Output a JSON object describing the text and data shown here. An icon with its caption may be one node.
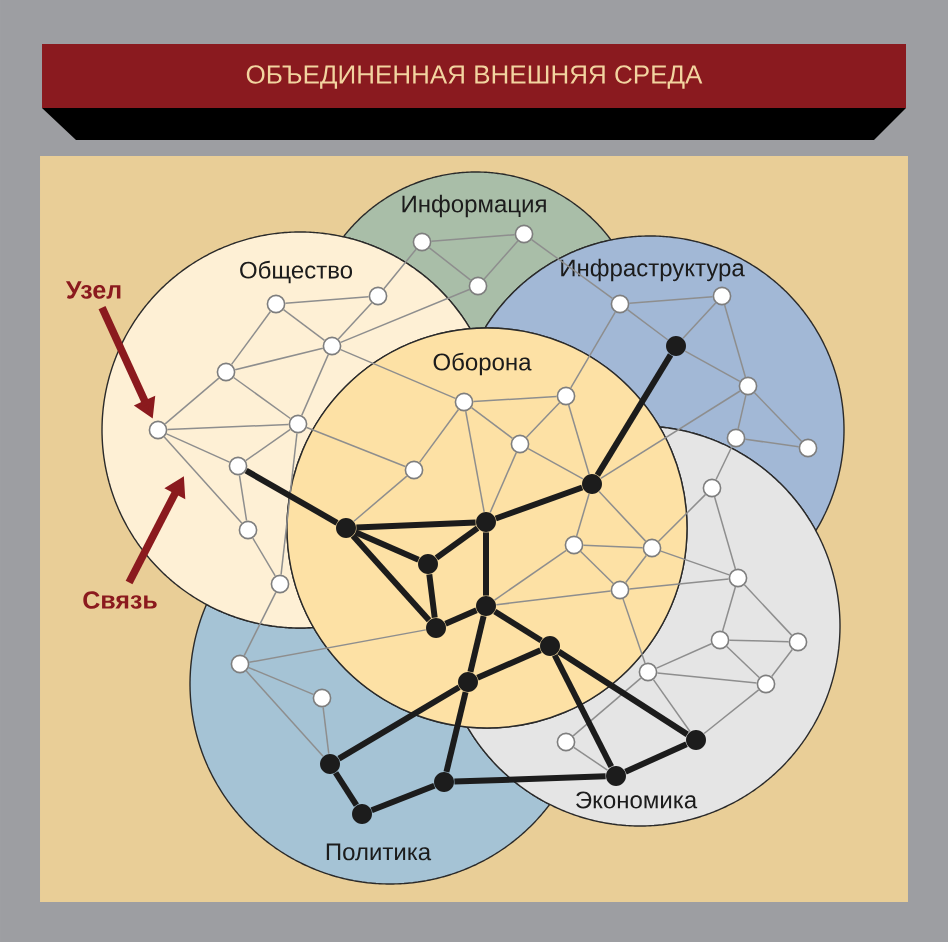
{
  "diagram": {
    "title": "ОБЪЕДИНЕННАЯ ВНЕШНЯЯ СРЕДА",
    "nodes": [
      {
        "text": [
          "Информация"
        ]
      },
      {
        "text": [
          "Общество"
        ]
      },
      {
        "text": [
          "Инфраструктура"
        ]
      },
      {
        "text": [
          "Оборона"
        ]
      },
      {
        "text": [
          "Экономика"
        ]
      },
      {
        "text": [
          "Политика"
        ]
      },
      {
        "text": [
          "Узел"
        ]
      },
      {
        "text": [
          "Связь"
        ]
      },
      {
        "text": [],
        "shape": "circle",
        "in": 0
      },
      {
        "text": [],
        "shape": "circle",
        "in": 0
      },
      {
        "text": [],
        "shape": "circle",
        "in": 0
      },
      {
        "text": [],
        "shape": "circle",
        "in": 1
      },
      {
        "text": [],
        "shape": "circle",
        "in": 2
      },
      {
        "text": [],
        "shape": "circle",
        "in": 1
      },
      {
        "text": [],
        "shape": "circle",
        "in": 2
      },
      {
        "text": [],
        "shape": "circle",
        "in": 1
      },
      {
        "text": [],
        "shape": "dot",
        "in": 2
      },
      {
        "text": [],
        "shape": "circle",
        "in": 1
      },
      {
        "text": [],
        "shape": "circle",
        "in": 2
      },
      {
        "text": [],
        "shape": "circle",
        "in": 3
      },
      {
        "text": [],
        "shape": "circle",
        "in": 3
      },
      {
        "text": [],
        "shape": "circle",
        "in": 1
      },
      {
        "text": [],
        "shape": "circle",
        "in": 1
      },
      {
        "text": [],
        "shape": "circle",
        "in": 3
      },
      {
        "text": [],
        "shape": "circle",
        "in": 2
      },
      {
        "text": [],
        "shape": "circle",
        "in": 2
      },
      {
        "text": [],
        "shape": "circle",
        "in": 1
      },
      {
        "text": [],
        "shape": "circle",
        "in": 3
      },
      {
        "text": [],
        "shape": "dot",
        "in": 3
      },
      {
        "text": [],
        "shape": "circle",
        "in": 4
      },
      {
        "text": [],
        "shape": "dot",
        "in": 3
      },
      {
        "text": [],
        "shape": "dot",
        "in": 3
      },
      {
        "text": [],
        "shape": "circle",
        "in": 1
      },
      {
        "text": [],
        "shape": "circle",
        "in": 3
      },
      {
        "text": [],
        "shape": "circle",
        "in": 3
      },
      {
        "text": [],
        "shape": "dot",
        "in": 3
      },
      {
        "text": [],
        "shape": "circle",
        "in": 4
      },
      {
        "text": [],
        "shape": "circle",
        "in": 1
      },
      {
        "text": [],
        "shape": "circle",
        "in": 3
      },
      {
        "text": [],
        "shape": "dot",
        "in": 3
      },
      {
        "text": [],
        "shape": "dot",
        "in": 3
      },
      {
        "text": [],
        "shape": "circle",
        "in": 4
      },
      {
        "text": [],
        "shape": "circle",
        "in": 4
      },
      {
        "text": [],
        "shape": "dot",
        "in": 3
      },
      {
        "text": [],
        "shape": "circle",
        "in": 5
      },
      {
        "text": [],
        "shape": "circle",
        "in": 4
      },
      {
        "text": [],
        "shape": "dot",
        "in": 3
      },
      {
        "text": [],
        "shape": "circle",
        "in": 4
      },
      {
        "text": [],
        "shape": "circle",
        "in": 5
      },
      {
        "text": [],
        "shape": "dot",
        "in": 4
      },
      {
        "text": [],
        "shape": "circle",
        "in": 4
      },
      {
        "text": [],
        "shape": "dot",
        "in": 5
      },
      {
        "text": [],
        "shape": "dot",
        "in": 4
      },
      {
        "text": [],
        "shape": "dot",
        "in": 5
      },
      {
        "text": [],
        "shape": "dot",
        "in": 5
      }
    ],
    "edges": [
      {
        "from": 6,
        "to": 22,
        "arrow": "to",
        "style": "thick",
        "color": "#8b1a1e"
      },
      {
        "from": 7,
        "to": null,
        "arrow": "to",
        "style": "thick",
        "color": "#8b1a1e"
      },
      {
        "from": 13,
        "to": 11,
        "arrow": "none"
      },
      {
        "from": 13,
        "to": 15,
        "arrow": "none"
      },
      {
        "from": 13,
        "to": 17,
        "arrow": "none"
      },
      {
        "from": 11,
        "to": 15,
        "arrow": "none"
      },
      {
        "from": 15,
        "to": 17,
        "arrow": "none"
      },
      {
        "from": 15,
        "to": 21,
        "arrow": "none"
      },
      {
        "from": 17,
        "to": 21,
        "arrow": "none"
      },
      {
        "from": 17,
        "to": 22,
        "arrow": "none"
      },
      {
        "from": 22,
        "to": 21,
        "arrow": "none"
      },
      {
        "from": 22,
        "to": 26,
        "arrow": "none"
      },
      {
        "from": 22,
        "to": 32,
        "arrow": "none"
      },
      {
        "from": 26,
        "to": 21,
        "arrow": "none"
      },
      {
        "from": 26,
        "to": 32,
        "arrow": "none"
      },
      {
        "from": 32,
        "to": 37,
        "arrow": "none"
      },
      {
        "from": 37,
        "to": 21,
        "arrow": "none"
      },
      {
        "from": 11,
        "to": 9,
        "arrow": "none"
      },
      {
        "from": 15,
        "to": 20,
        "arrow": "none"
      },
      {
        "from": 21,
        "to": 27,
        "arrow": "none"
      },
      {
        "from": 9,
        "to": 8,
        "arrow": "none"
      },
      {
        "from": 9,
        "to": 10,
        "arrow": "none"
      },
      {
        "from": 8,
        "to": 10,
        "arrow": "none"
      },
      {
        "from": 8,
        "to": 14,
        "arrow": "none"
      },
      {
        "from": 10,
        "to": 15,
        "arrow": "none"
      },
      {
        "from": 14,
        "to": 12,
        "arrow": "none"
      },
      {
        "from": 14,
        "to": 16,
        "arrow": "none"
      },
      {
        "from": 12,
        "to": 16,
        "arrow": "none"
      },
      {
        "from": 12,
        "to": 18,
        "arrow": "none"
      },
      {
        "from": 16,
        "to": 18,
        "arrow": "none"
      },
      {
        "from": 18,
        "to": 25,
        "arrow": "none"
      },
      {
        "from": 18,
        "to": 24,
        "arrow": "none"
      },
      {
        "from": 24,
        "to": 25,
        "arrow": "none"
      },
      {
        "from": 14,
        "to": 19,
        "arrow": "none"
      },
      {
        "from": 18,
        "to": 28,
        "arrow": "none"
      },
      {
        "from": 20,
        "to": 19,
        "arrow": "none"
      },
      {
        "from": 20,
        "to": 23,
        "arrow": "none"
      },
      {
        "from": 20,
        "to": 27,
        "arrow": "none"
      },
      {
        "from": 20,
        "to": 30,
        "arrow": "none"
      },
      {
        "from": 19,
        "to": 23,
        "arrow": "none"
      },
      {
        "from": 19,
        "to": 28,
        "arrow": "none"
      },
      {
        "from": 23,
        "to": 28,
        "arrow": "none"
      },
      {
        "from": 23,
        "to": 30,
        "arrow": "none"
      },
      {
        "from": 27,
        "to": 31,
        "arrow": "none"
      },
      {
        "from": 33,
        "to": 34,
        "arrow": "none"
      },
      {
        "from": 33,
        "to": 38,
        "arrow": "none"
      },
      {
        "from": 33,
        "to": 28,
        "arrow": "none"
      },
      {
        "from": 34,
        "to": 28,
        "arrow": "none"
      },
      {
        "from": 34,
        "to": 38,
        "arrow": "none"
      },
      {
        "from": 38,
        "to": 39,
        "arrow": "none"
      },
      {
        "from": 33,
        "to": 39,
        "arrow": "none"
      },
      {
        "from": 29,
        "to": 34,
        "arrow": "none"
      },
      {
        "from": 29,
        "to": 36,
        "arrow": "none"
      },
      {
        "from": 36,
        "to": 34,
        "arrow": "none"
      },
      {
        "from": 36,
        "to": 41,
        "arrow": "none"
      },
      {
        "from": 36,
        "to": 42,
        "arrow": "none"
      },
      {
        "from": 41,
        "to": 42,
        "arrow": "none"
      },
      {
        "from": 41,
        "to": 45,
        "arrow": "none"
      },
      {
        "from": 41,
        "to": 47,
        "arrow": "none"
      },
      {
        "from": 42,
        "to": 47,
        "arrow": "none"
      },
      {
        "from": 45,
        "to": 47,
        "arrow": "none"
      },
      {
        "from": 45,
        "to": 49,
        "arrow": "none"
      },
      {
        "from": 47,
        "to": 49,
        "arrow": "none"
      },
      {
        "from": 45,
        "to": 38,
        "arrow": "none"
      },
      {
        "from": 50,
        "to": 45,
        "arrow": "none"
      },
      {
        "from": 50,
        "to": 52,
        "arrow": "none"
      },
      {
        "from": 36,
        "to": 38,
        "arrow": "none"
      },
      {
        "from": 29,
        "to": 24,
        "arrow": "none"
      },
      {
        "from": 44,
        "to": 48,
        "arrow": "none"
      },
      {
        "from": 44,
        "to": 51,
        "arrow": "none"
      },
      {
        "from": 48,
        "to": 51,
        "arrow": "none"
      },
      {
        "from": 44,
        "to": 37,
        "arrow": "none"
      },
      {
        "from": 44,
        "to": 40,
        "arrow": "none"
      },
      {
        "from": 16,
        "to": 28,
        "arrow": "none",
        "style": "thick",
        "color": "#1c1c1c"
      },
      {
        "from": 28,
        "to": 30,
        "arrow": "none",
        "style": "thick",
        "color": "#1c1c1c"
      },
      {
        "from": 30,
        "to": 31,
        "arrow": "none",
        "style": "thick",
        "color": "#1c1c1c"
      },
      {
        "from": 31,
        "to": 26,
        "arrow": "none",
        "style": "thick",
        "color": "#1c1c1c"
      },
      {
        "from": 31,
        "to": 35,
        "arrow": "none",
        "style": "thick",
        "color": "#1c1c1c"
      },
      {
        "from": 31,
        "to": 40,
        "arrow": "none",
        "style": "thick",
        "color": "#1c1c1c"
      },
      {
        "from": 35,
        "to": 30,
        "arrow": "none",
        "style": "thick",
        "color": "#1c1c1c"
      },
      {
        "from": 35,
        "to": 40,
        "arrow": "none",
        "style": "thick",
        "color": "#1c1c1c"
      },
      {
        "from": 40,
        "to": 39,
        "arrow": "none",
        "style": "thick",
        "color": "#1c1c1c"
      },
      {
        "from": 30,
        "to": 39,
        "arrow": "none",
        "style": "thick",
        "color": "#1c1c1c"
      },
      {
        "from": 39,
        "to": 43,
        "arrow": "none",
        "style": "thick",
        "color": "#1c1c1c"
      },
      {
        "from": 39,
        "to": 46,
        "arrow": "none",
        "style": "thick",
        "color": "#1c1c1c"
      },
      {
        "from": 51,
        "to": 46,
        "arrow": "none",
        "style": "thick",
        "color": "#1c1c1c"
      },
      {
        "from": 46,
        "to": 43,
        "arrow": "none",
        "style": "thick",
        "color": "#1c1c1c"
      },
      {
        "from": 46,
        "to": 53,
        "arrow": "none",
        "style": "thick",
        "color": "#1c1c1c"
      },
      {
        "from": 43,
        "to": 49,
        "arrow": "none",
        "style": "thick",
        "color": "#1c1c1c"
      },
      {
        "from": 43,
        "to": 52,
        "arrow": "none",
        "style": "thick",
        "color": "#1c1c1c"
      },
      {
        "from": 49,
        "to": 52,
        "arrow": "none",
        "style": "thick",
        "color": "#1c1c1c"
      },
      {
        "from": 52,
        "to": 53,
        "arrow": "none",
        "style": "thick",
        "color": "#1c1c1c"
      },
      {
        "from": 53,
        "to": 54,
        "arrow": "none",
        "style": "thick",
        "color": "#1c1c1c"
      },
      {
        "from": 54,
        "to": 51,
        "arrow": "none",
        "style": "thick",
        "color": "#1c1c1c"
      }
    ]
  }
}
